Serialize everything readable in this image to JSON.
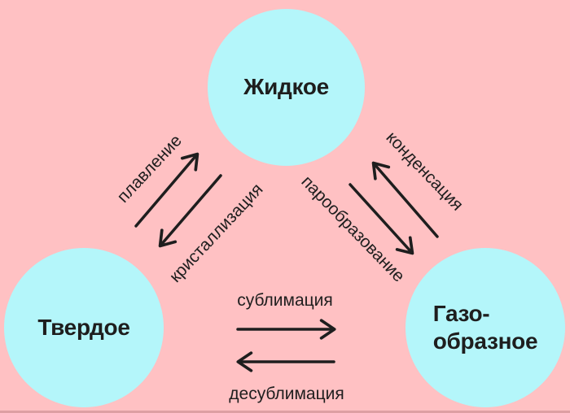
{
  "colors": {
    "background": "#ffc1c3",
    "bubble": "#b4f6fa",
    "ink": "#1e1e1e"
  },
  "diagram": {
    "type": "state-transition-diagram",
    "topic": "Agregate states of matter (Russian)",
    "states": {
      "liquid": {
        "label": "Жидкое"
      },
      "solid": {
        "label": "Твердое"
      },
      "gas": {
        "label": "Газо-\nобразное"
      }
    },
    "transitions": {
      "melting": {
        "label": "плавление",
        "from": "solid",
        "to": "liquid"
      },
      "crystallization": {
        "label": "кристаллизация",
        "from": "liquid",
        "to": "solid"
      },
      "condensation": {
        "label": "конденсация",
        "from": "gas",
        "to": "liquid"
      },
      "vaporization": {
        "label": "парообразование",
        "from": "liquid",
        "to": "gas"
      },
      "sublimation": {
        "label": "сублимация",
        "from": "solid",
        "to": "gas"
      },
      "desublimation": {
        "label": "десублимация",
        "from": "gas",
        "to": "solid"
      }
    }
  }
}
